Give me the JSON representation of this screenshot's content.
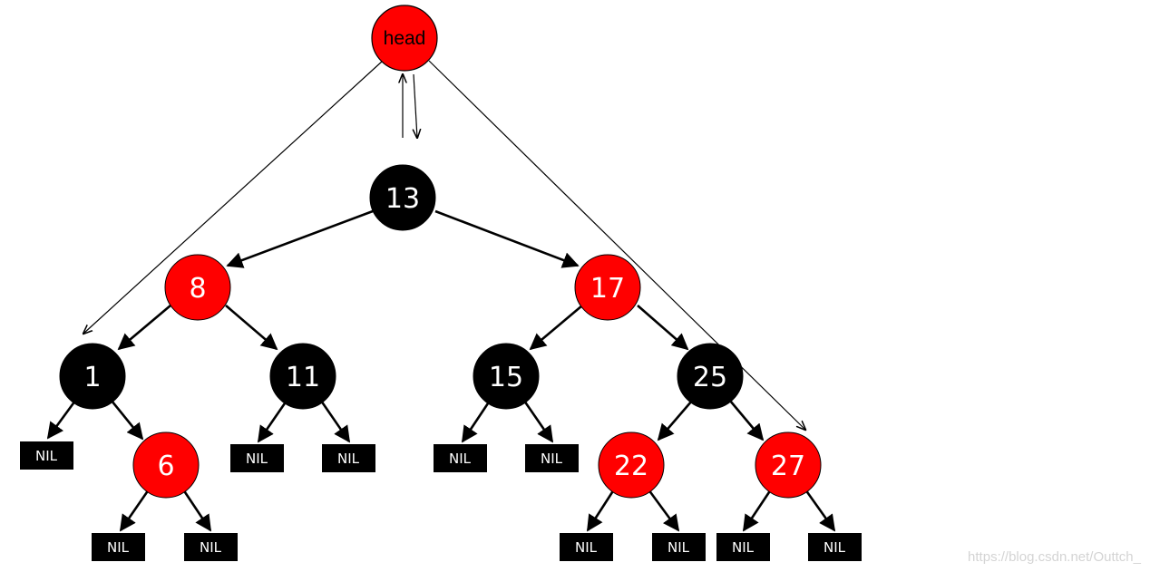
{
  "head": {
    "label": "head",
    "color": "#ff0000"
  },
  "nodes": [
    {
      "id": "n13",
      "label": "13",
      "color": "black"
    },
    {
      "id": "n8",
      "label": "8",
      "color": "red"
    },
    {
      "id": "n17",
      "label": "17",
      "color": "red"
    },
    {
      "id": "n1",
      "label": "1",
      "color": "black"
    },
    {
      "id": "n11",
      "label": "11",
      "color": "black"
    },
    {
      "id": "n15",
      "label": "15",
      "color": "black"
    },
    {
      "id": "n25",
      "label": "25",
      "color": "black"
    },
    {
      "id": "n6",
      "label": "6",
      "color": "red"
    },
    {
      "id": "n22",
      "label": "22",
      "color": "red"
    },
    {
      "id": "n27",
      "label": "27",
      "color": "red"
    }
  ],
  "nil_label": "NIL",
  "colors": {
    "red": "#ff0000",
    "black": "#000000",
    "edge": "#000000"
  },
  "watermark": "https://blog.csdn.net/Outtch_"
}
